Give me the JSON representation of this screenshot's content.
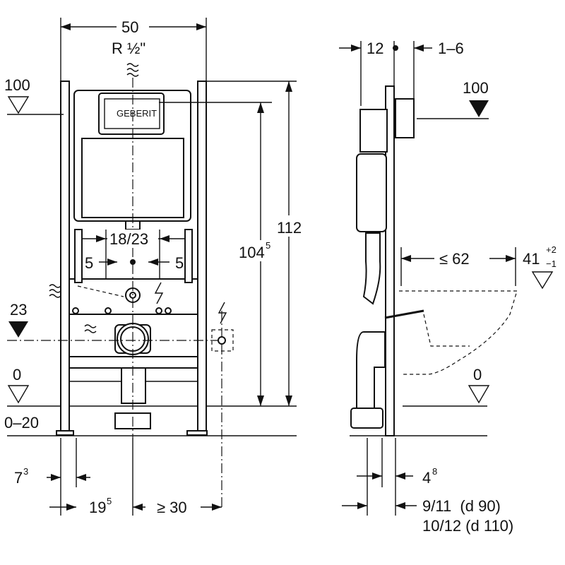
{
  "front_view": {
    "width_label": "50",
    "thread_label": "R ½\"",
    "level_100": "100",
    "level_23": "23",
    "level_0": "0",
    "floor_range": "0–20",
    "spacing_label": "18/23",
    "side_left": "5",
    "side_right": "5",
    "height_112": "112",
    "height_104_base": "104",
    "height_104_sup": "5",
    "offset_7_base": "7",
    "offset_7_sup": "3",
    "offset_19_base": "19",
    "offset_19_sup": "5",
    "min_30": "≥ 30",
    "brand_text": "GEBERIT"
  },
  "side_view": {
    "dim_12": "12",
    "dim_1_6": "1–6",
    "level_100": "100",
    "max_62": "≤ 62",
    "dim_41": "41",
    "tol_plus": "+2",
    "tol_minus": "−1",
    "level_0": "0",
    "dim_4_base": "4",
    "dim_4_sup": "8",
    "pipe_line1": "9/11  (d 90)",
    "pipe_line2": "10/12 (d 110)"
  }
}
